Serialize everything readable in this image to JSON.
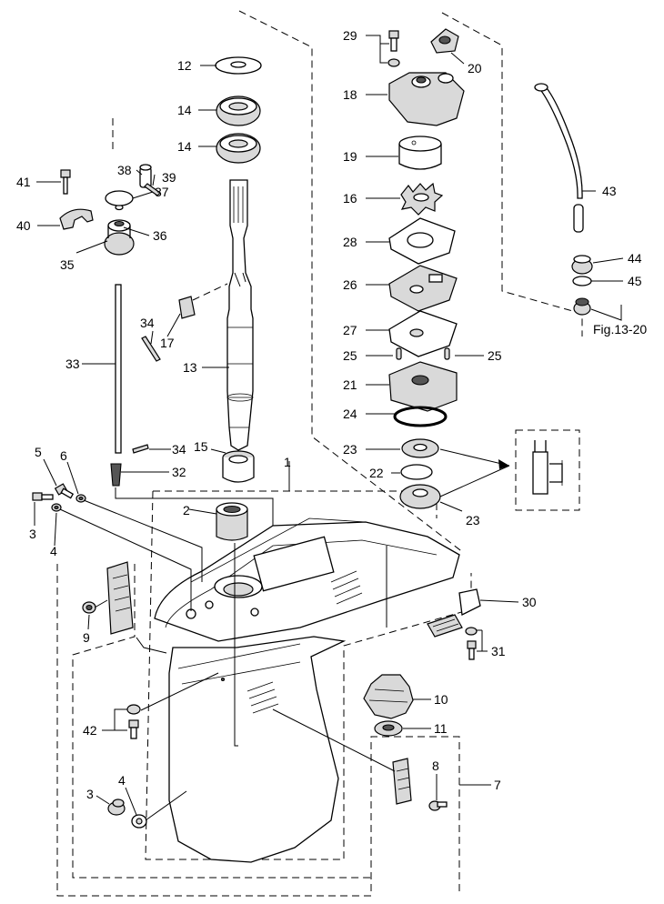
{
  "callouts": {
    "c1": "1",
    "c2": "2",
    "c3a": "3",
    "c3b": "3",
    "c4a": "4",
    "c4b": "4",
    "c5": "5",
    "c6": "6",
    "c7": "7",
    "c8": "8",
    "c9": "9",
    "c10": "10",
    "c11": "11",
    "c12": "12",
    "c13": "13",
    "c14a": "14",
    "c14b": "14",
    "c15": "15",
    "c16": "16",
    "c17": "17",
    "c18": "18",
    "c19": "19",
    "c20": "20",
    "c21": "21",
    "c22": "22",
    "c23a": "23",
    "c23b": "23",
    "c24": "24",
    "c25a": "25",
    "c25b": "25",
    "c26": "26",
    "c27": "27",
    "c28": "28",
    "c29": "29",
    "c30": "30",
    "c31": "31",
    "c32": "32",
    "c33": "33",
    "c34a": "34",
    "c34b": "34",
    "c35": "35",
    "c36": "36",
    "c37": "37",
    "c38": "38",
    "c39": "39",
    "c40": "40",
    "c41": "41",
    "c42": "42",
    "c43": "43",
    "c44": "44",
    "c45": "45"
  },
  "figure_ref": "Fig.13-20"
}
